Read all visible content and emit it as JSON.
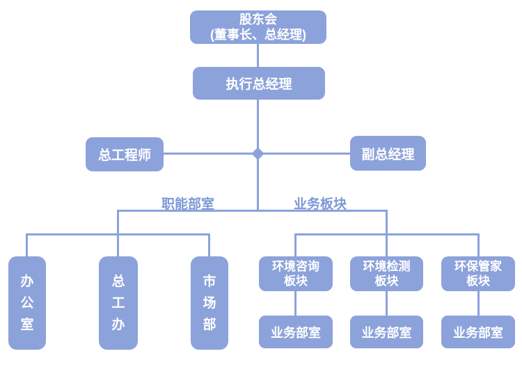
{
  "diagram": {
    "type": "org-chart",
    "nodes": {
      "shareholders": {
        "lines": [
          "股东会",
          "(董事长、总经理)"
        ]
      },
      "executive_gm": {
        "label": "执行总经理"
      },
      "chief_engineer": {
        "label": "总工程师"
      },
      "deputy_gm": {
        "label": "副总经理"
      },
      "office": {
        "label": "办公室"
      },
      "chief_engineer_office": {
        "label": "总工办"
      },
      "marketing_dept": {
        "label": "市场部"
      },
      "env_consulting": {
        "lines": [
          "环境咨询",
          "板块"
        ]
      },
      "env_testing": {
        "lines": [
          "环境检测",
          "板块"
        ]
      },
      "env_steward": {
        "lines": [
          "环保管家",
          "板块"
        ]
      },
      "business_dept_consulting": {
        "label": "业务部室"
      },
      "business_dept_testing": {
        "label": "业务部室"
      },
      "business_dept_steward": {
        "label": "业务部室"
      }
    },
    "group_labels": {
      "functional": "职能部室",
      "business": "业务板块"
    },
    "hierarchy": {
      "shareholders": [
        "executive_gm"
      ],
      "executive_gm": [
        "chief_engineer",
        "deputy_gm",
        "functional_group",
        "business_group"
      ],
      "functional_group": [
        "office",
        "chief_engineer_office",
        "marketing_dept"
      ],
      "business_group": [
        "env_consulting",
        "env_testing",
        "env_steward"
      ],
      "env_consulting": [
        "business_dept_consulting"
      ],
      "env_testing": [
        "business_dept_testing"
      ],
      "env_steward": [
        "business_dept_steward"
      ]
    },
    "colors": {
      "node_fill": "#8CA2DA",
      "connector": "#8CA2DA",
      "group_label_text": "#7C98D6",
      "node_text": "#FFFFFF",
      "background": "#FFFFFF"
    }
  }
}
